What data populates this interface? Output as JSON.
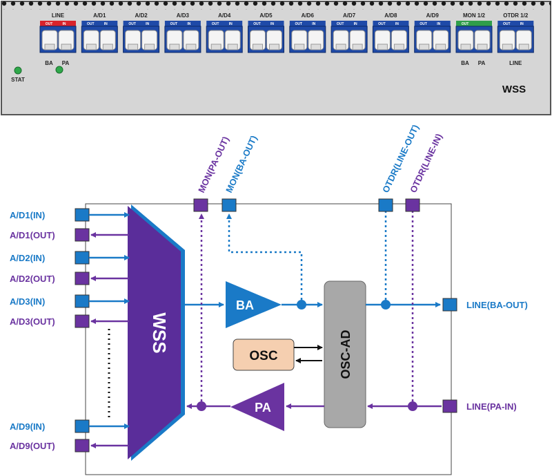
{
  "panel": {
    "title": "WSS",
    "stat_label": "STAT",
    "line_group": {
      "label": "LINE",
      "out": "OUT",
      "in": "IN",
      "sub_left": "BA",
      "sub_right": "PA"
    },
    "ad_ports": [
      {
        "label": "A/D1",
        "out": "OUT",
        "in": "IN"
      },
      {
        "label": "A/D2",
        "out": "OUT",
        "in": "IN"
      },
      {
        "label": "A/D3",
        "out": "OUT",
        "in": "IN"
      },
      {
        "label": "A/D4",
        "out": "OUT",
        "in": "IN"
      },
      {
        "label": "A/D5",
        "out": "OUT",
        "in": "IN"
      },
      {
        "label": "A/D6",
        "out": "OUT",
        "in": "IN"
      },
      {
        "label": "A/D7",
        "out": "OUT",
        "in": "IN"
      },
      {
        "label": "A/D8",
        "out": "OUT",
        "in": "IN"
      },
      {
        "label": "A/D9",
        "out": "OUT",
        "in": "IN"
      }
    ],
    "mon_group": {
      "label": "MON 1/2",
      "out": "OUT",
      "sub_left": "BA",
      "sub_right": "PA"
    },
    "otdr_group": {
      "label": "OTDR 1/2",
      "out": "OUT",
      "in": "IN",
      "sub": "LINE"
    },
    "colors": {
      "led_green": "#2fa84a",
      "tag_red": "#d9232b",
      "tag_blue": "#1f4aa8",
      "tag_green": "#2f9e4a"
    }
  },
  "diagram": {
    "left_ports": [
      {
        "label": "A/D1(IN)",
        "dir": "in"
      },
      {
        "label": "A/D1(OUT)",
        "dir": "out"
      },
      {
        "label": "A/D2(IN)",
        "dir": "in"
      },
      {
        "label": "A/D2(OUT)",
        "dir": "out"
      },
      {
        "label": "A/D3(IN)",
        "dir": "in"
      },
      {
        "label": "A/D3(OUT)",
        "dir": "out"
      },
      {
        "label": "A/D9(IN)",
        "dir": "in"
      },
      {
        "label": "A/D9(OUT)",
        "dir": "out"
      }
    ],
    "top_ports": {
      "mon_pa": "MON(PA-OUT)",
      "mon_ba": "MON(BA-OUT)",
      "otdr_out": "OTDR(LINE-OUT)",
      "otdr_in": "OTDR(LINE-IN)"
    },
    "right_ports": {
      "line_ba_out": "LINE(BA-OUT)",
      "line_pa_in": "LINE(PA-IN)"
    },
    "blocks": {
      "wss": "WSS",
      "ba": "BA",
      "pa": "PA",
      "osc": "OSC",
      "osc_ad": "OSC-AD"
    },
    "colors": {
      "blue": "#1a7ac7",
      "purple": "#6a33a0",
      "wss_fill": "#5a2d9a",
      "osc_fill": "#f5cfb0",
      "oscad_fill": "#a8a8a8"
    }
  }
}
